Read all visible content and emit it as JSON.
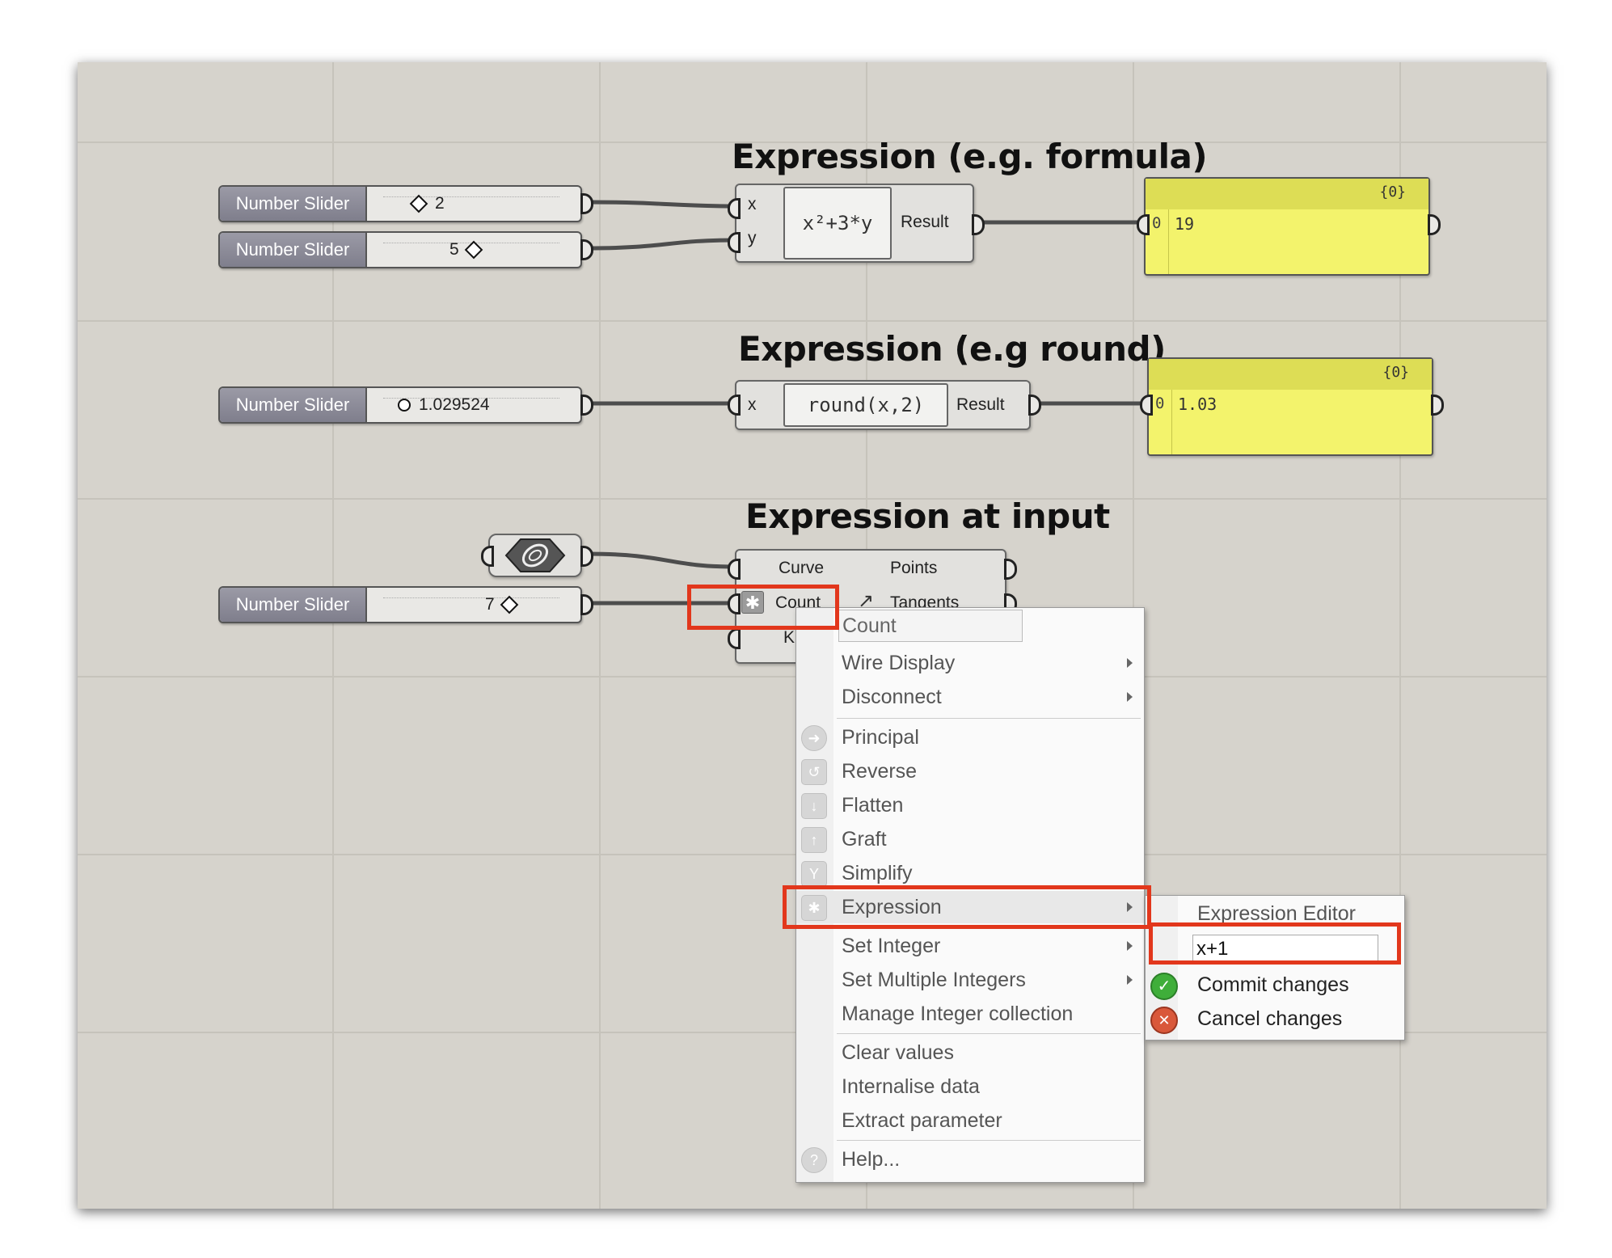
{
  "titles": {
    "formula": "Expression (e.g. formula)",
    "round": "Expression (e.g round)",
    "input": "Expression at input"
  },
  "sliders": [
    {
      "name": "Number Slider",
      "value": "2"
    },
    {
      "name": "Number Slider",
      "value": "5"
    },
    {
      "name": "Number Slider",
      "value": "1.029524"
    },
    {
      "name": "Number Slider",
      "value": "7"
    }
  ],
  "expr1": {
    "input_x": "x",
    "input_y": "y",
    "expression": "x²+3*y",
    "output": "Result"
  },
  "expr2": {
    "input_x": "x",
    "expression": "round(x,2)",
    "output": "Result"
  },
  "panel1": {
    "path": "{0}",
    "index": "0",
    "value": "19"
  },
  "panel2": {
    "path": "{0}",
    "index": "0",
    "value": "1.03"
  },
  "divide": {
    "input_curve": "Curve",
    "input_count": "Count",
    "input_k": "K",
    "output_points": "Points",
    "output_tangents": "Tangents"
  },
  "context_menu": {
    "name_field": "Count",
    "items": {
      "wire_display": "Wire Display",
      "disconnect": "Disconnect",
      "principal": "Principal",
      "reverse": "Reverse",
      "flatten": "Flatten",
      "graft": "Graft",
      "simplify": "Simplify",
      "expression": "Expression",
      "set_integer": "Set Integer",
      "set_multiple_integers": "Set Multiple Integers",
      "manage_integer_collection": "Manage Integer collection",
      "clear_values": "Clear values",
      "internalise_data": "Internalise data",
      "extract_parameter": "Extract parameter",
      "help": "Help..."
    }
  },
  "submenu": {
    "expression_editor": "Expression Editor",
    "expression_value": "x+1",
    "commit": "Commit changes",
    "cancel": "Cancel changes"
  },
  "colors": {
    "highlight": "#e2371c",
    "panel": "#f3f36c",
    "canvas": "#d6d3cc"
  },
  "icons": [
    "crv-param-icon",
    "asterisk-icon",
    "tangent-icon",
    "principal-icon",
    "reverse-icon",
    "flatten-icon",
    "graft-icon",
    "simplify-icon",
    "expression-icon",
    "help-icon",
    "commit-icon",
    "cancel-icon"
  ]
}
